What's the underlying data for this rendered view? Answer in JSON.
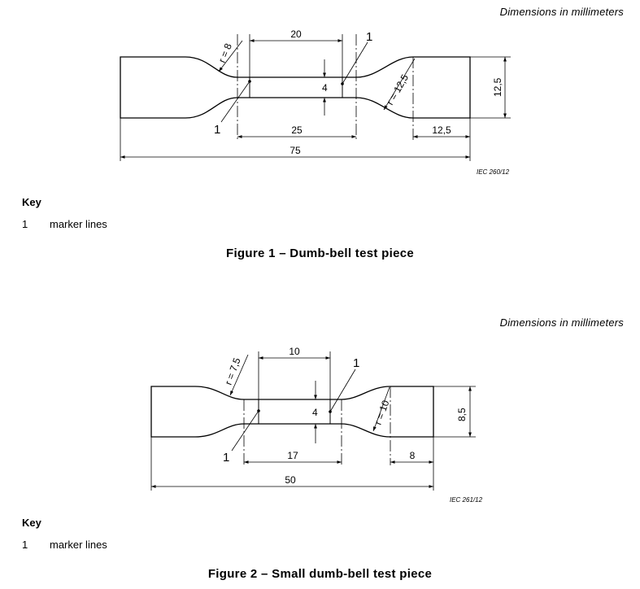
{
  "figure1": {
    "units_note": "Dimensions in millimeters",
    "dims": {
      "gauge_length": "20",
      "callout_top": "1",
      "radius": "r = 8",
      "radius_end": "r = 12,5",
      "neck_width": "4",
      "end_width": "12,5",
      "callout_bottom": "1",
      "neck_length": "25",
      "tab_length": "12,5",
      "overall_length": "75",
      "ref": "IEC   260/12"
    },
    "key_title": "Key",
    "key_items": [
      {
        "num": "1",
        "text": "marker lines"
      }
    ],
    "caption": "Figure 1 – Dumb-bell test piece"
  },
  "figure2": {
    "units_note": "Dimensions in millimeters",
    "dims": {
      "gauge_length": "10",
      "callout_top": "1",
      "radius": "r = 7,5",
      "radius_end": "r = 10",
      "neck_width": "4",
      "end_width": "8,5",
      "callout_bottom": "1",
      "neck_length": "17",
      "tab_length": "8",
      "overall_length": "50",
      "ref": "IEC   261/12"
    },
    "key_title": "Key",
    "key_items": [
      {
        "num": "1",
        "text": "marker lines"
      }
    ],
    "caption": "Figure 2 – Small dumb-bell test piece"
  }
}
